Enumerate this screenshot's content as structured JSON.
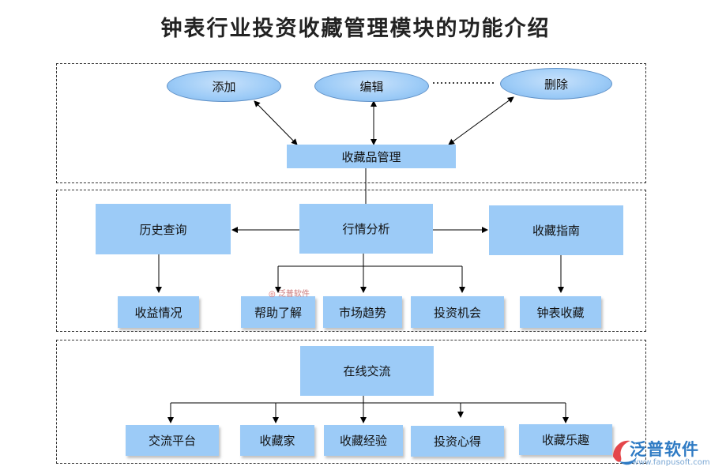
{
  "title": "钟表行业投资收藏管理模块的功能介绍",
  "nodes": {
    "add": "添加",
    "edit": "编辑",
    "delete": "删除",
    "collection_mgmt": "收藏品管理",
    "history_query": "历史查询",
    "market_analysis": "行情分析",
    "collection_guide": "收藏指南",
    "income_status": "收益情况",
    "help": "帮助了解",
    "market_trend": "市场趋势",
    "investment_opportunity": "投资机会",
    "watch_collection": "钟表收藏",
    "online_exchange": "在线交流",
    "exchange_platform": "交流平台",
    "collector": "收藏家",
    "collection_experience": "收藏经验",
    "investment_insights": "投资心得",
    "collection_fun": "收藏乐趣"
  },
  "watermark": {
    "small_text": "泛普软件"
  },
  "logo": {
    "name": "泛普软件",
    "url": "www.fanpusoft.com"
  },
  "colors": {
    "box_fill": "#9ccbf7",
    "line": "#000000",
    "logo": "#2f7bc4"
  }
}
